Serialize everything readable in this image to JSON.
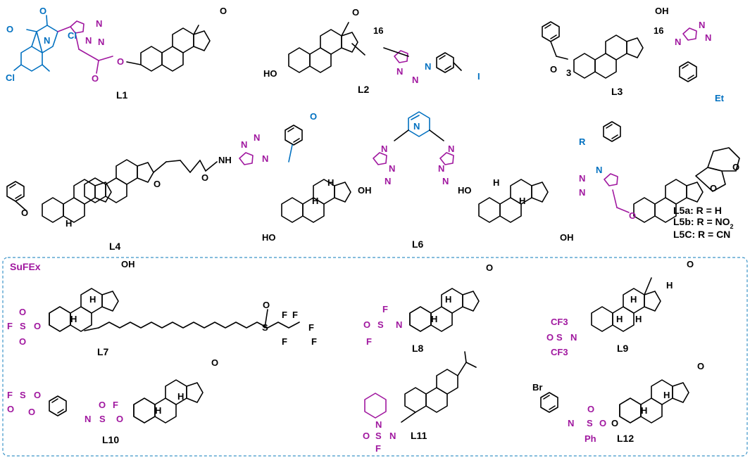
{
  "colors": {
    "black": "#000000",
    "blue": "#0070c0",
    "magenta": "#a0179f",
    "box": "#3a93c8"
  },
  "sufex_title": "SuFEx",
  "labels": {
    "L1": "L1",
    "L2": "L2",
    "L3": "L3",
    "L4": "L4",
    "L6": "L6",
    "L7": "L7",
    "L8": "L8",
    "L9": "L9",
    "L10": "L10",
    "L11": "L11",
    "L12": "L12"
  },
  "legend": {
    "a": "L5a: R = H",
    "b": "L5b: R = NO",
    "b_sub": "2",
    "c": "L5C: R = CN"
  },
  "atoms": {
    "O": "O",
    "N": "N",
    "Cl": "Cl",
    "H": "H",
    "OH": "OH",
    "HO": "HO",
    "NH": "NH",
    "I": "I",
    "Et": "Et",
    "R": "R",
    "F": "F",
    "S": "S",
    "CF3": "CF3",
    "Br": "Br",
    "Ph": "Ph",
    "n16": "16",
    "n3": "3"
  }
}
